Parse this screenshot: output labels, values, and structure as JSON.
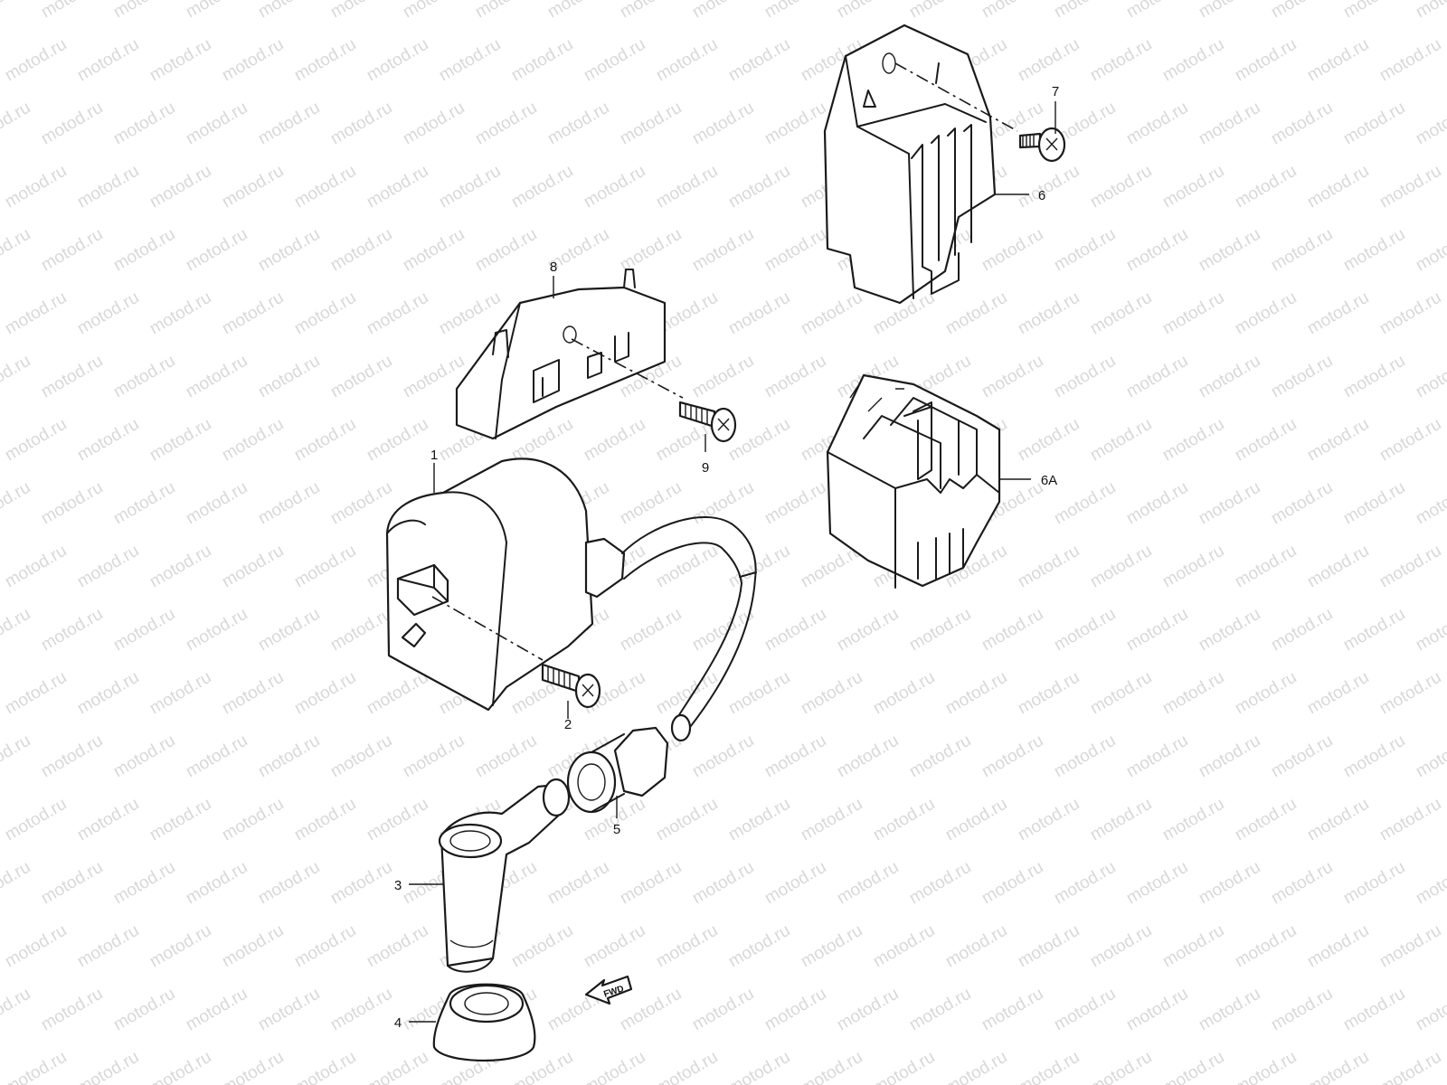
{
  "watermark": "motod.ru",
  "colors": {
    "line": "#1a1a1a",
    "watermark": "#d8d8d8",
    "background": "#ffffff"
  },
  "callouts": {
    "p1": "1",
    "p2": "2",
    "p3": "3",
    "p4": "4",
    "p5": "5",
    "p6": "6",
    "p6a": "6A",
    "p7": "7",
    "p8": "8",
    "p9": "9"
  },
  "direction_arrow": {
    "label": "FWD",
    "icon": "fwd-arrow-icon"
  }
}
